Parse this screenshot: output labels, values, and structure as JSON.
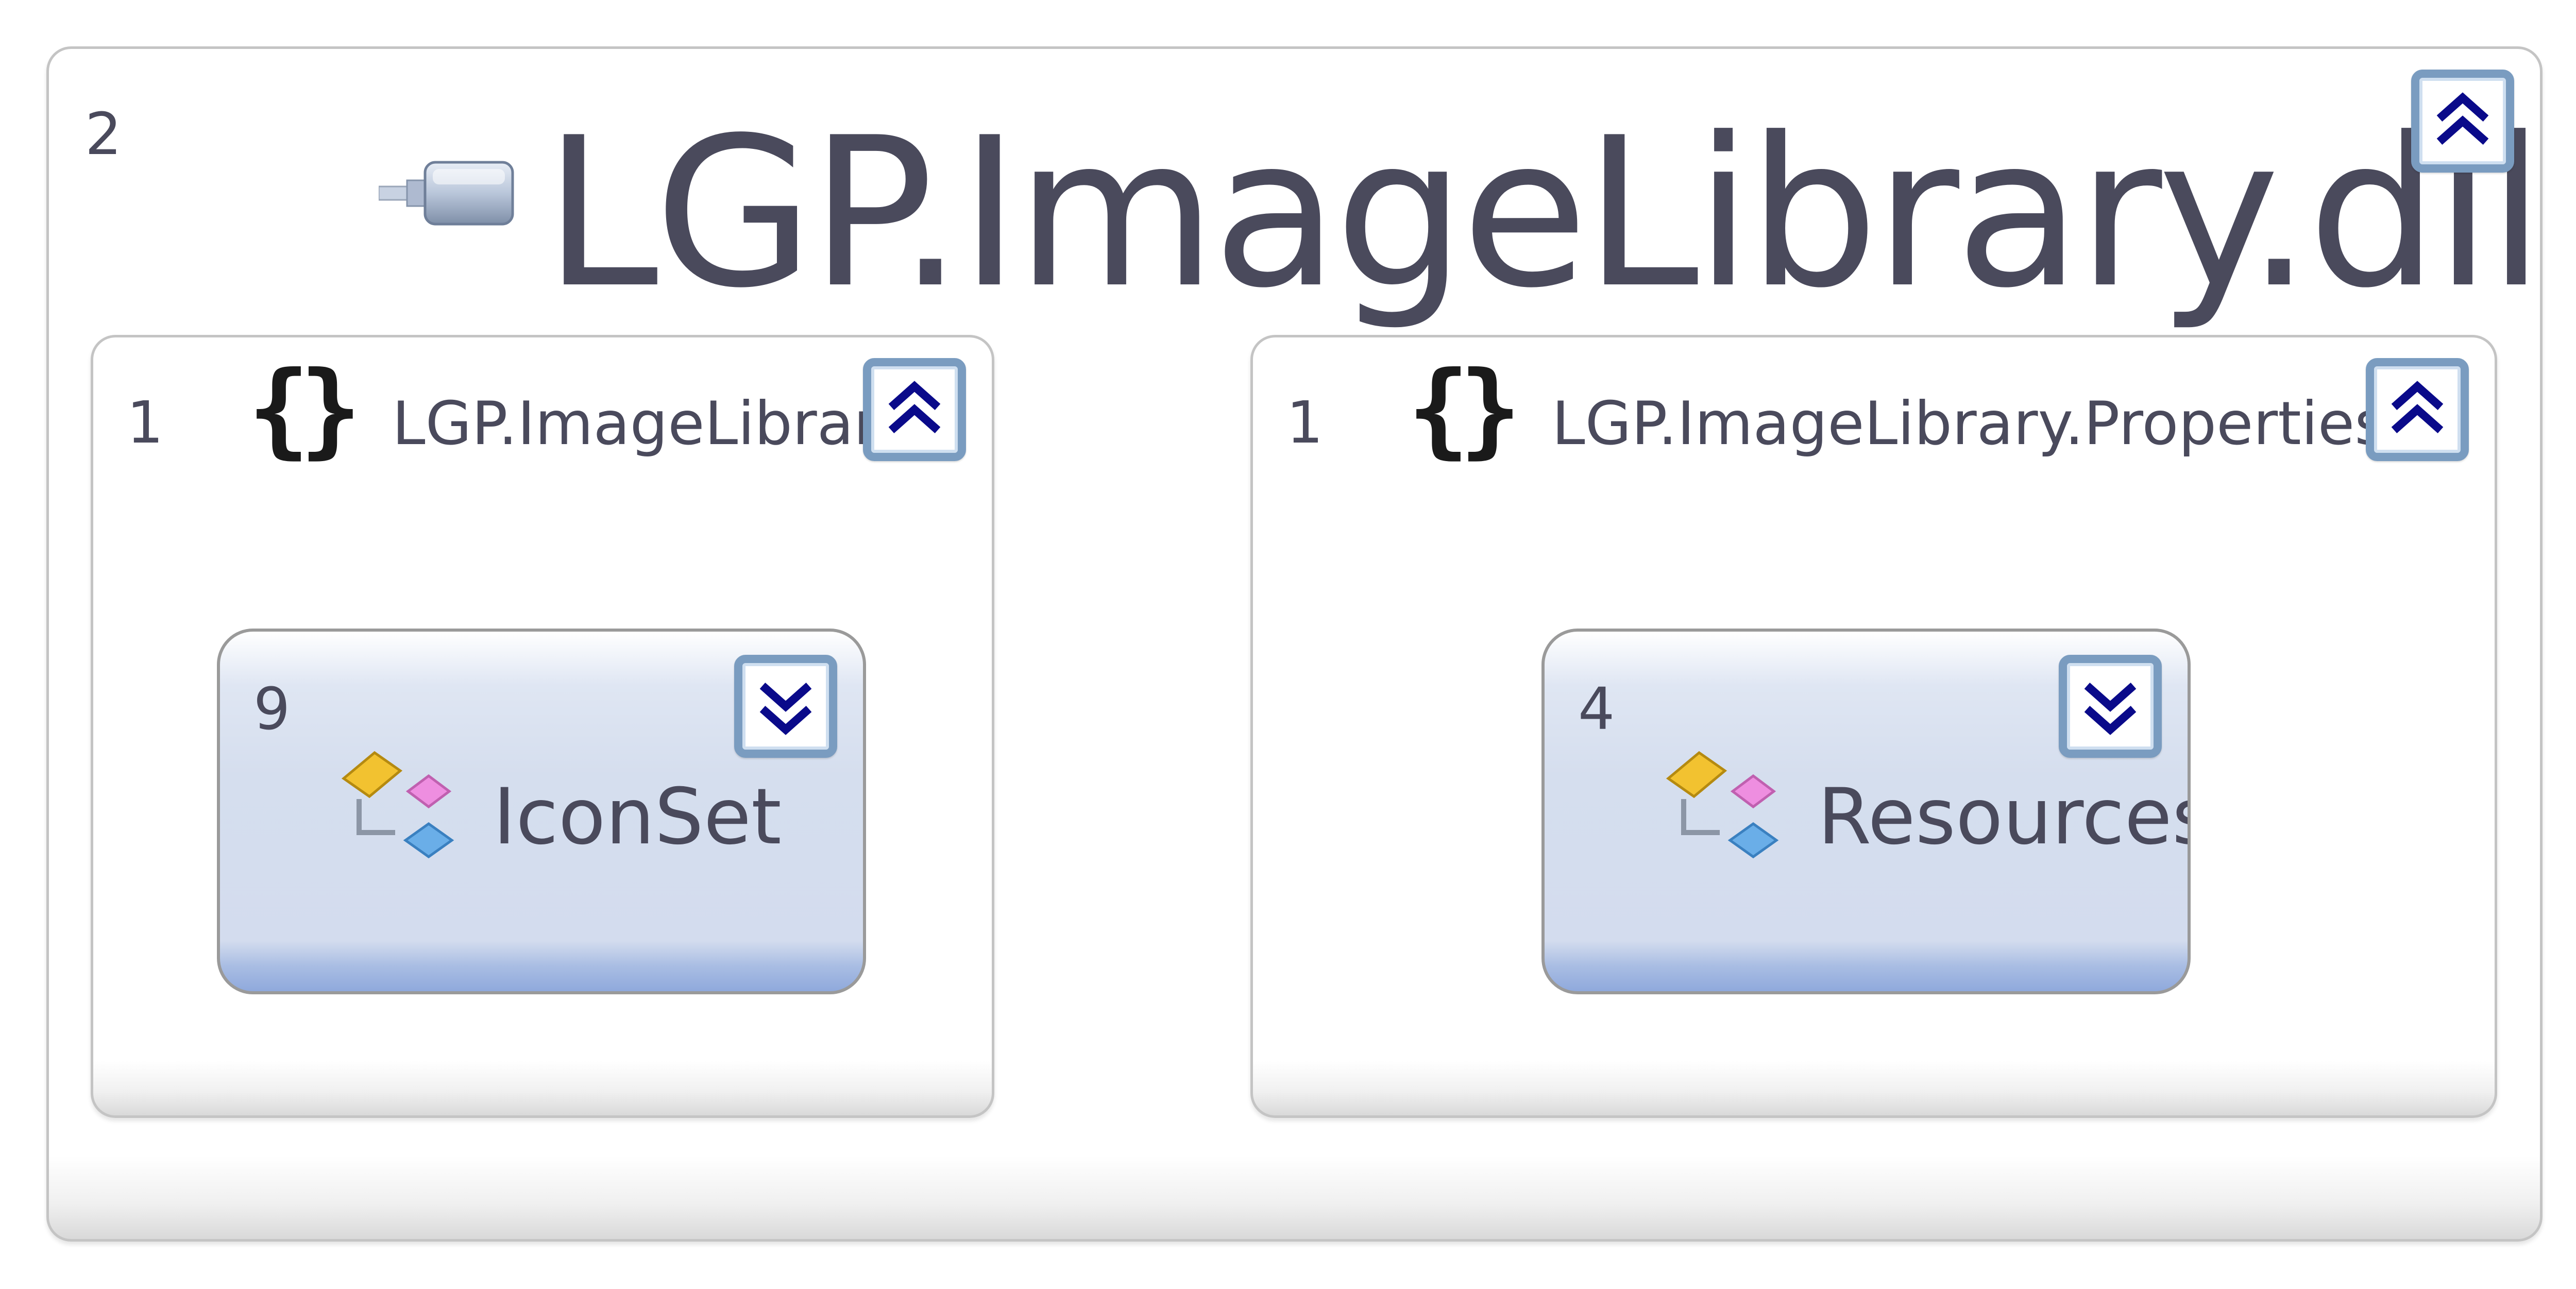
{
  "assembly": {
    "count": "2",
    "title": "LGP.ImageLibrary.dll",
    "icon": "assembly-component-icon",
    "toggle_icon": "collapse-chevron-up-icon"
  },
  "namespaces": [
    {
      "count": "1",
      "title": "LGP.ImageLibrary",
      "icon": "namespace-braces-icon",
      "toggle_icon": "collapse-chevron-up-icon",
      "class": {
        "count": "9",
        "name": "IconSet",
        "icon": "class-icon",
        "toggle_icon": "expand-chevron-down-icon"
      }
    },
    {
      "count": "1",
      "title": "LGP.ImageLibrary.Properties",
      "icon": "namespace-braces-icon",
      "toggle_icon": "collapse-chevron-up-icon",
      "class": {
        "count": "4",
        "name": "Resources",
        "icon": "class-icon",
        "toggle_icon": "expand-chevron-down-icon"
      }
    }
  ],
  "colors": {
    "text": "#4a4a5c",
    "toggle_border": "#7a9cc0",
    "chevron": "#0a0a8a",
    "class_fill": "#d5deee",
    "class_bottom": "#8fa9dc"
  }
}
